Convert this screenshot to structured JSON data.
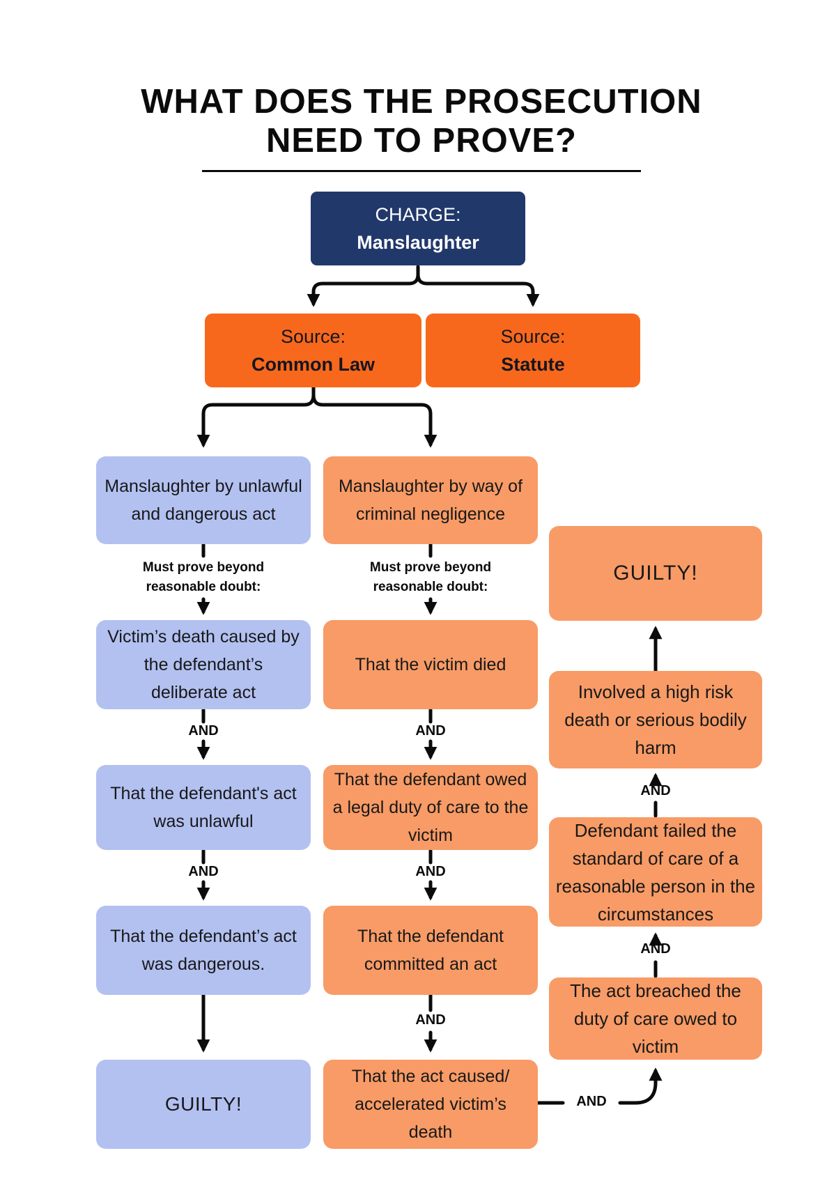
{
  "title": {
    "line1": "WHAT DOES THE PROSECUTION",
    "line2": "NEED TO PROVE?"
  },
  "charge": {
    "label": "CHARGE:",
    "value": "Manslaughter"
  },
  "sources": [
    {
      "label": "Source:",
      "value": "Common Law"
    },
    {
      "label": "Source:",
      "value": "Statute"
    }
  ],
  "must_prove": {
    "line1": "Must prove beyond",
    "line2": "reasonable doubt:"
  },
  "and_label": "AND",
  "common_law_path": {
    "heading": "Manslaughter by unlawful and dangerous act",
    "steps": [
      "Victim’s death caused by the defendant’s deliberate act",
      "That the defendant's act was unlawful",
      "That the defendant’s act was dangerous."
    ],
    "outcome": "GUILTY!"
  },
  "negligence_path": {
    "heading": "Manslaughter by way of criminal negligence",
    "steps": [
      "That the victim died",
      "That the defendant owed a legal duty of care to the victim",
      "That the defendant committed an act",
      "That the act caused/ accelerated victim’s death"
    ]
  },
  "negligence_right_path": {
    "outcome": "GUILTY!",
    "steps": [
      "Involved a high risk death or serious bodily harm",
      "Defendant failed the standard of care of a reasonable person in the circumstances",
      "The act breached the duty of care owed to victim"
    ]
  },
  "colors": {
    "navy": "#21386B",
    "orange": "#F8681C",
    "salmon": "#F89B66",
    "periwinkle": "#B3C1F1",
    "ink": "#111111",
    "arrow": "#0b0b0b",
    "background": "#FFFFFF"
  }
}
